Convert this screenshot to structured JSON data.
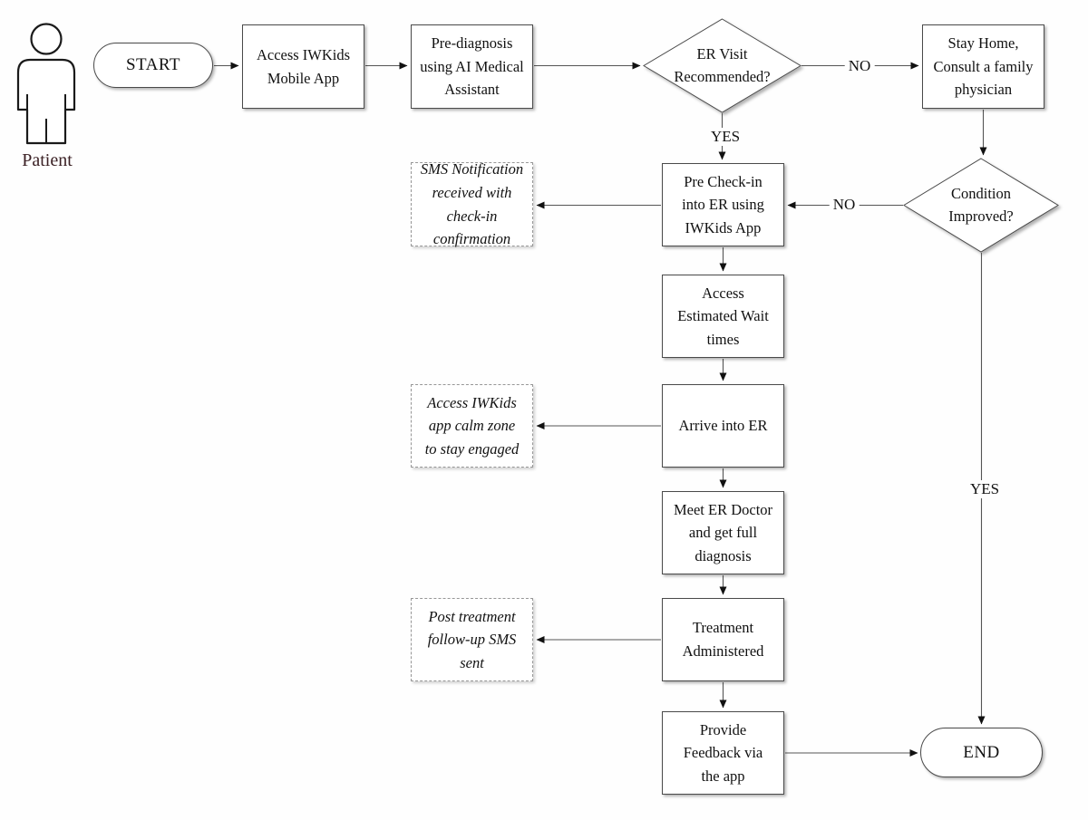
{
  "actor": {
    "label": "Patient"
  },
  "nodes": {
    "start": {
      "label": "START",
      "type": "terminator"
    },
    "access_app": {
      "label": "Access IWKids\nMobile App",
      "type": "process"
    },
    "prediagnosis": {
      "label": "Pre-diagnosis\nusing AI Medical\nAssistant",
      "type": "process"
    },
    "er_visit": {
      "label": "ER Visit\nRecommended?",
      "type": "decision"
    },
    "stay_home": {
      "label": "Stay Home,\nConsult a family\nphysician",
      "type": "process"
    },
    "condition_improved": {
      "label": "Condition\nImproved?",
      "type": "decision"
    },
    "pre_checkin": {
      "label": "Pre Check-in\ninto ER using\nIWKids App",
      "type": "process"
    },
    "sms_notification": {
      "label": "SMS Notification\nreceived with\ncheck-in\nconfirmation",
      "type": "annotation"
    },
    "wait_times": {
      "label": "Access\nEstimated Wait\ntimes",
      "type": "process"
    },
    "arrive_er": {
      "label": "Arrive into ER",
      "type": "process"
    },
    "calm_zone": {
      "label": "Access IWKids\napp calm zone\nto stay engaged",
      "type": "annotation"
    },
    "meet_doctor": {
      "label": "Meet ER Doctor\nand get full\ndiagnosis",
      "type": "process"
    },
    "treatment": {
      "label": "Treatment\nAdministered",
      "type": "process"
    },
    "post_treatment": {
      "label": "Post treatment\nfollow-up SMS\nsent",
      "type": "annotation"
    },
    "feedback": {
      "label": "Provide\nFeedback via\nthe app",
      "type": "process"
    },
    "end": {
      "label": "END",
      "type": "terminator"
    }
  },
  "edge_labels": {
    "er_visit_no": "NO",
    "er_visit_yes": "YES",
    "condition_no": "NO",
    "condition_yes": "YES"
  },
  "colors": {
    "background": "#fefefe",
    "node_fill": "#ffffff",
    "node_border": "#4a4a4a",
    "dashed_border": "#979797",
    "line": "#555555",
    "arrowhead": "#111111",
    "text": "#111111",
    "actor_label": "#3b2125"
  }
}
